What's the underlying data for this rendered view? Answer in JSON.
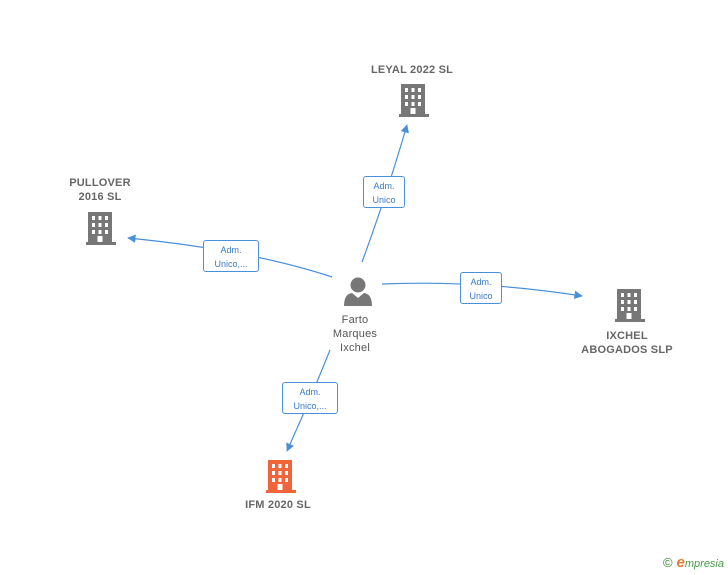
{
  "nodes": {
    "leyal": {
      "label": "LEYAL 2022  SL"
    },
    "pullover": {
      "label": "PULLOVER\n2016  SL"
    },
    "ixchel": {
      "label": "IXCHEL\nABOGADOS  SLP"
    },
    "ifm": {
      "label": "IFM 2020  SL"
    },
    "person": {
      "label": "Farto\nMarques\nIxchel"
    }
  },
  "edges": {
    "to_leyal": {
      "label": "Adm.\nUnico"
    },
    "to_pullover": {
      "label": "Adm.\nUnico,..."
    },
    "to_ixchel": {
      "label": "Adm.\nUnico"
    },
    "to_ifm": {
      "label": "Adm.\nUnico,..."
    }
  },
  "colors": {
    "edge": "#4a90d9",
    "company_icon": "#777777",
    "focus_icon": "#f0653a",
    "person_icon": "#777777"
  },
  "footer": {
    "copyright_symbol": "©",
    "brand_initial": "e",
    "brand_rest": "mpresia"
  }
}
